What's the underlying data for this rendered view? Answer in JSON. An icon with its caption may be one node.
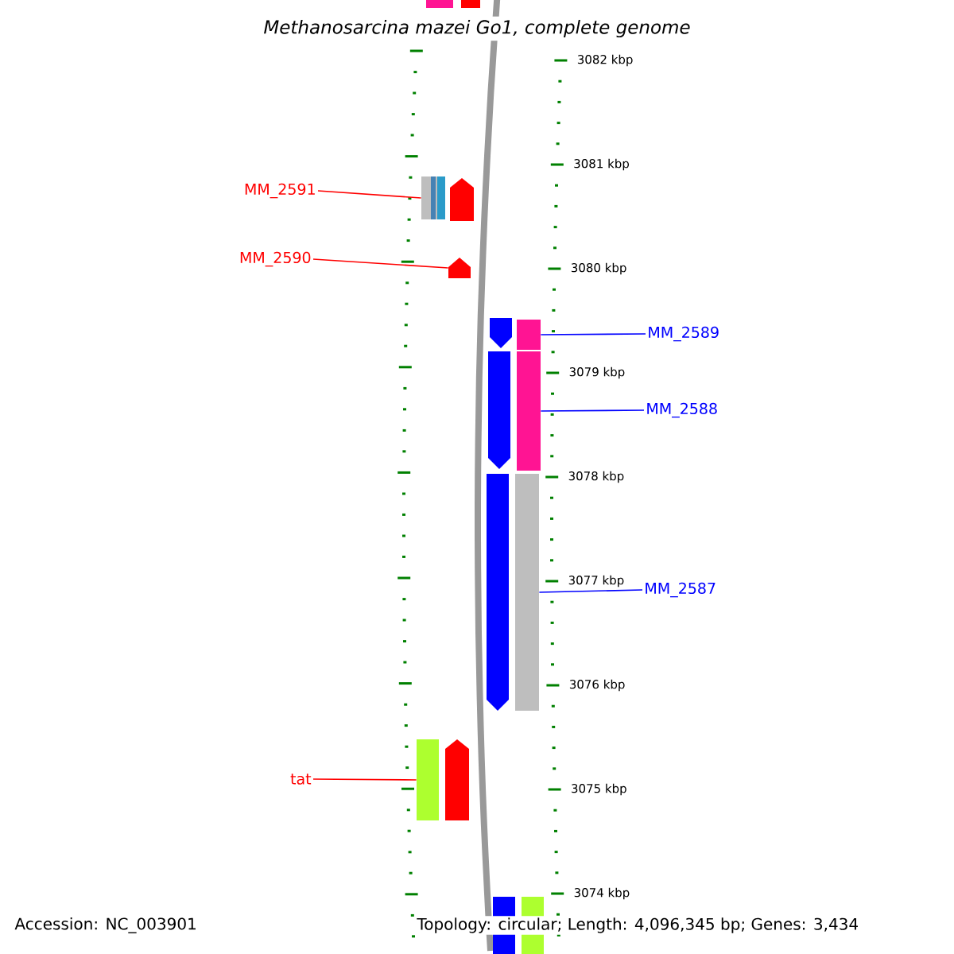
{
  "diagram": {
    "title": "Methanosarcina mazei Go1, complete genome",
    "nodes": [
      {
        "text": [
          "MM_2591"
        ]
      },
      {
        "text": [],
        "shape": "bar"
      },
      {
        "text": [
          "MM_2590"
        ]
      },
      {
        "text": [],
        "shape": "pentagon"
      },
      {
        "text": [
          "MM_2589"
        ]
      },
      {
        "text": [],
        "shape": "bar"
      },
      {
        "text": [
          "MM_2588"
        ]
      },
      {
        "text": [],
        "shape": "bar"
      },
      {
        "text": [
          "MM_2587"
        ]
      },
      {
        "text": [],
        "shape": "bar"
      },
      {
        "text": [
          "tat"
        ]
      },
      {
        "text": [],
        "shape": "bar"
      },
      {
        "text": [],
        "shape": "bar"
      },
      {
        "text": [],
        "shape": "bar"
      },
      {
        "text": [],
        "shape": "pentagon"
      },
      {
        "text": [],
        "shape": "pentagon"
      },
      {
        "text": [],
        "shape": "pentagon"
      },
      {
        "text": [],
        "shape": "pentagon"
      },
      {
        "text": [],
        "shape": "pentagon"
      },
      {
        "text": [],
        "shape": "bar"
      },
      {
        "text": [],
        "shape": "bar"
      }
    ],
    "edges": [
      {
        "from": 0,
        "to": 1,
        "arrow": "none",
        "color": "#ff0000"
      },
      {
        "from": 2,
        "to": 3,
        "arrow": "none",
        "color": "#ff0000"
      },
      {
        "from": 4,
        "to": 5,
        "arrow": "none",
        "color": "#0000ff"
      },
      {
        "from": 6,
        "to": 7,
        "arrow": "none",
        "color": "#0000ff"
      },
      {
        "from": 8,
        "to": 9,
        "arrow": "none",
        "color": "#0000ff"
      },
      {
        "from": 10,
        "to": 11,
        "arrow": "none",
        "color": "#ff0000"
      }
    ],
    "labels": [
      "3082 kbp",
      "3081 kbp",
      "3080 kbp",
      "3079 kbp",
      "3078 kbp",
      "3077 kbp",
      "3076 kbp",
      "3075 kbp",
      "3074 kbp",
      "Accession: NC_003901",
      "Topology: circular; Length: 4,096,345 bp; Genes: 3,434"
    ]
  }
}
